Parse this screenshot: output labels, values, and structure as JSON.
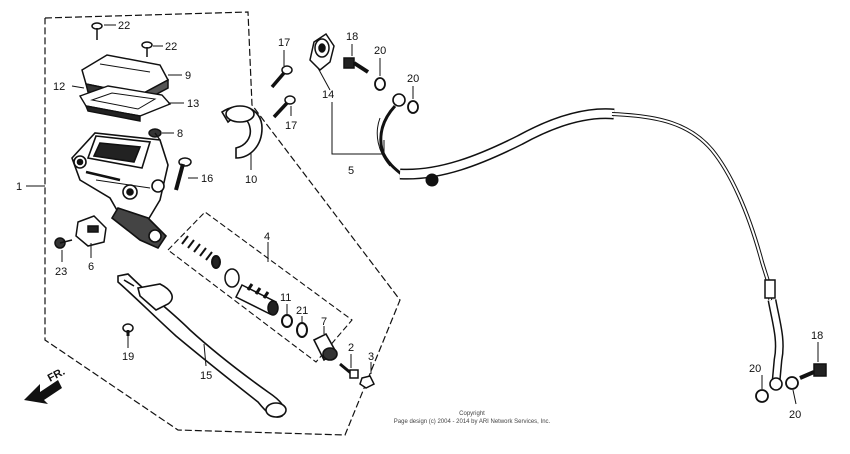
{
  "diagram": {
    "labels": {
      "p1": "1",
      "p2": "2",
      "p3": "3",
      "p4": "4",
      "p5": "5",
      "p6": "6",
      "p7": "7",
      "p8": "8",
      "p9": "9",
      "p10": "10",
      "p11": "11",
      "p12": "12",
      "p13": "13",
      "p14": "14",
      "p15": "15",
      "p16": "16",
      "p17a": "17",
      "p17b": "17",
      "p18a": "18",
      "p18b": "18",
      "p19": "19",
      "p20a": "20",
      "p20b": "20",
      "p20c": "20",
      "p20d": "20",
      "p21": "21",
      "p22a": "22",
      "p22b": "22",
      "p23": "23"
    },
    "front_marker": "FR.",
    "copyright_line1": "Copyright",
    "copyright_line2": "Page design (c) 2004 - 2014 by ARI Network Services, Inc."
  }
}
